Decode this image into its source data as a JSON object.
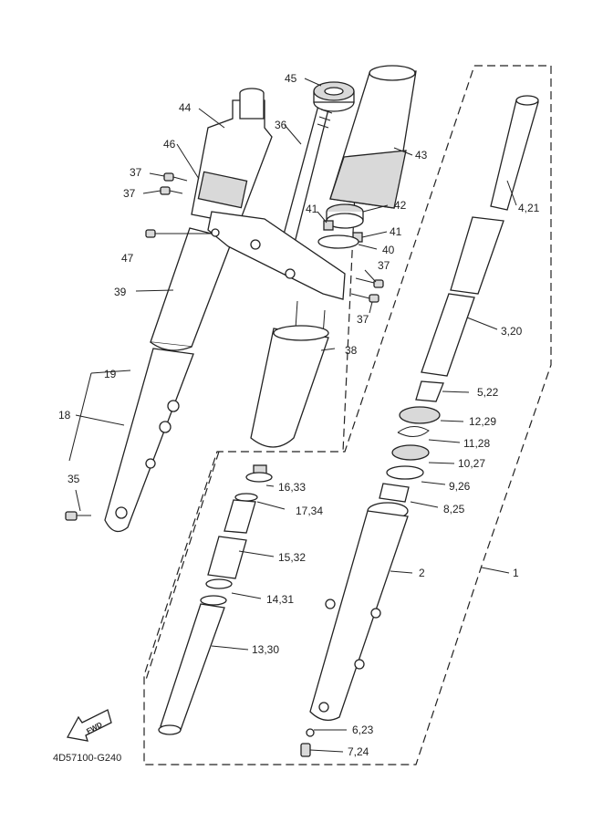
{
  "diagram": {
    "reference": "4D57100-G240",
    "direction_badge": "FWD",
    "callouts": [
      {
        "id": "p45",
        "text": "45"
      },
      {
        "id": "p44",
        "text": "44"
      },
      {
        "id": "p36",
        "text": "36"
      },
      {
        "id": "p43",
        "text": "43"
      },
      {
        "id": "p46",
        "text": "46"
      },
      {
        "id": "p37a",
        "text": "37"
      },
      {
        "id": "p37b",
        "text": "37"
      },
      {
        "id": "p42",
        "text": "42"
      },
      {
        "id": "p41a",
        "text": "41"
      },
      {
        "id": "p41b",
        "text": "41"
      },
      {
        "id": "p40",
        "text": "40"
      },
      {
        "id": "p47",
        "text": "47"
      },
      {
        "id": "p37c",
        "text": "37"
      },
      {
        "id": "p37d",
        "text": "37"
      },
      {
        "id": "p39",
        "text": "39"
      },
      {
        "id": "p38",
        "text": "38"
      },
      {
        "id": "p4_21",
        "text": "4,21"
      },
      {
        "id": "p3_20",
        "text": "3,20"
      },
      {
        "id": "p19",
        "text": "19"
      },
      {
        "id": "p18",
        "text": "18"
      },
      {
        "id": "p5_22",
        "text": "5,22"
      },
      {
        "id": "p12_29",
        "text": "12,29"
      },
      {
        "id": "p11_28",
        "text": "11,28"
      },
      {
        "id": "p10_27",
        "text": "10,27"
      },
      {
        "id": "p35",
        "text": "35"
      },
      {
        "id": "p16_33",
        "text": "16,33"
      },
      {
        "id": "p9_26",
        "text": "9,26"
      },
      {
        "id": "p17_34",
        "text": "17,34"
      },
      {
        "id": "p8_25",
        "text": "8,25"
      },
      {
        "id": "p15_32",
        "text": "15,32"
      },
      {
        "id": "p2",
        "text": "2"
      },
      {
        "id": "p1",
        "text": "1"
      },
      {
        "id": "p14_31",
        "text": "14,31"
      },
      {
        "id": "p13_30",
        "text": "13,30"
      },
      {
        "id": "p6_23",
        "text": "6,23"
      },
      {
        "id": "p7_24",
        "text": "7,24"
      }
    ]
  }
}
